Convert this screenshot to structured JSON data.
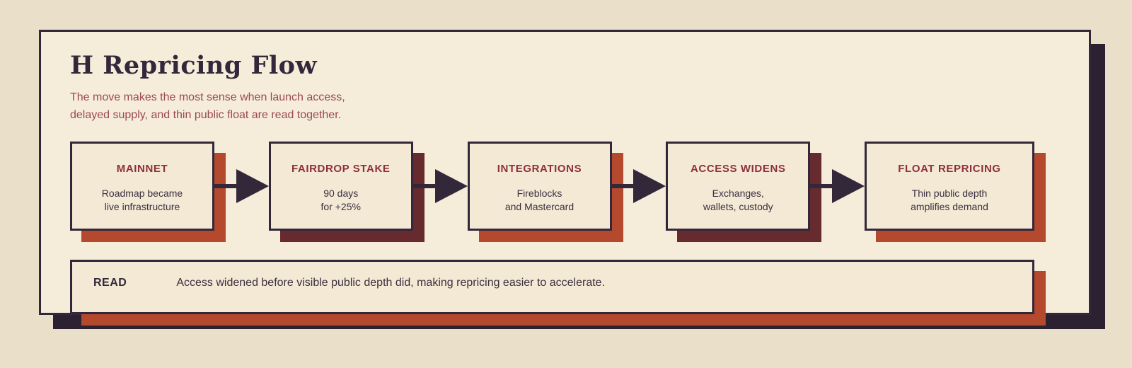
{
  "header": {
    "title": "H Repricing Flow",
    "subtitle_line1": "The move makes the most sense when launch access,",
    "subtitle_line2": "delayed supply, and thin public float are read together."
  },
  "flow": {
    "steps": [
      {
        "title": "MAINNET",
        "line1": "Roadmap became",
        "line2": "live infrastructure",
        "shadow_color": "#b5492d"
      },
      {
        "title": "FAIRDROP STAKE",
        "line1": "90 days",
        "line2": "for +25%",
        "shadow_color": "#662a2f"
      },
      {
        "title": "INTEGRATIONS",
        "line1": "Fireblocks",
        "line2": "and Mastercard",
        "shadow_color": "#b5492d"
      },
      {
        "title": "ACCESS WIDENS",
        "line1": "Exchanges,",
        "line2": "wallets, custody",
        "shadow_color": "#662a2f"
      },
      {
        "title": "FLOAT REPRICING",
        "line1": "Thin public depth",
        "line2": "amplifies demand",
        "shadow_color": "#b5492d"
      }
    ]
  },
  "note": {
    "label": "READ",
    "text": "Access widened before visible public depth did, making repricing easier to accelerate."
  },
  "colors": {
    "page_background": "#eae0c9",
    "card_background": "#f5ecda",
    "dark_ink": "#33273a",
    "card_shadow": "#2c2130",
    "accent_orange": "#b5492d",
    "accent_maroon": "#662a2f",
    "step_title_text": "#8e2f39",
    "subtitle_text": "#9c4950"
  }
}
